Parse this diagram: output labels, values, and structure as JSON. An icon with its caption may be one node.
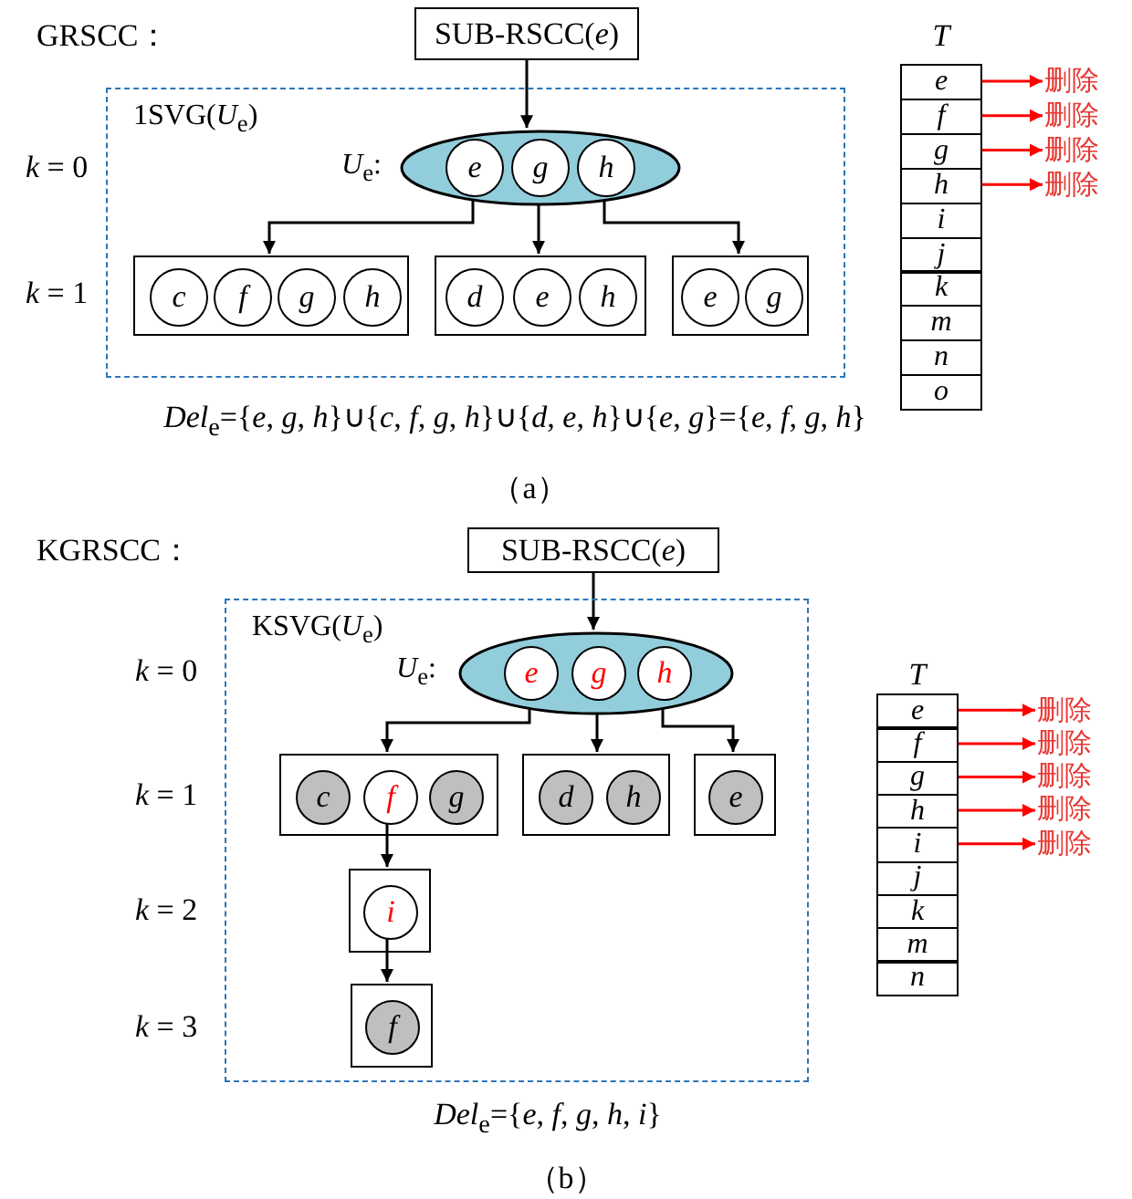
{
  "diagram": {
    "nodes": [
      {
        "text": [
          "SUB-RSCC(*e*)"
        ]
      },
      {
        "text": [
          "1SVG(*U*$_{e}$)"
        ]
      },
      {
        "text": [],
        "shape": "ellipse",
        "in": 1,
        "beside": [
          "*U*$_{e}$:"
        ]
      },
      {
        "text": [
          "e"
        ],
        "in": 2
      },
      {
        "text": [
          "g"
        ],
        "in": 2
      },
      {
        "text": [
          "h"
        ],
        "in": 2
      },
      {
        "text": [],
        "shape": "box",
        "in": 1
      },
      {
        "text": [
          "c"
        ],
        "in": 6
      },
      {
        "text": [
          "f"
        ],
        "in": 6
      },
      {
        "text": [
          "g"
        ],
        "in": 6
      },
      {
        "text": [
          "h"
        ],
        "in": 6
      },
      {
        "text": [],
        "shape": "box",
        "in": 1
      },
      {
        "text": [
          "d"
        ],
        "in": 11
      },
      {
        "text": [
          "e"
        ],
        "in": 11
      },
      {
        "text": [
          "h"
        ],
        "in": 11
      },
      {
        "text": [],
        "shape": "box",
        "in": 1
      },
      {
        "text": [
          "e"
        ],
        "in": 15
      },
      {
        "text": [
          "g"
        ],
        "in": 15
      },
      {
        "text": [
          "T"
        ]
      },
      {
        "text": [
          "e"
        ],
        "in": 18
      },
      {
        "text": [
          "f"
        ],
        "in": 18
      },
      {
        "text": [
          "g"
        ],
        "in": 18
      },
      {
        "text": [
          "h"
        ],
        "in": 18
      },
      {
        "text": [
          "i"
        ],
        "in": 18
      },
      {
        "text": [
          "j"
        ],
        "in": 18
      },
      {
        "text": [
          "k"
        ],
        "in": 18
      },
      {
        "text": [
          "m"
        ],
        "in": 18
      },
      {
        "text": [
          "n"
        ],
        "in": 18
      },
      {
        "text": [
          "o"
        ],
        "in": 18
      },
      {
        "text": [
          "删除"
        ]
      },
      {
        "text": [
          "删除"
        ]
      },
      {
        "text": [
          "删除"
        ]
      },
      {
        "text": [
          "删除"
        ]
      },
      {
        "text": [
          "SUB-RSCC(*e*)"
        ]
      },
      {
        "text": [
          "KSVG(*U*$_{e}$)"
        ]
      },
      {
        "text": [],
        "shape": "ellipse",
        "in": 34,
        "beside": [
          "*U*$_{e}$:"
        ]
      },
      {
        "text": [
          "e"
        ],
        "in": 35
      },
      {
        "text": [
          "g"
        ],
        "in": 35
      },
      {
        "text": [
          "h"
        ],
        "in": 35
      },
      {
        "text": [],
        "shape": "box",
        "in": 34
      },
      {
        "text": [
          "c"
        ],
        "in": 39
      },
      {
        "text": [
          "f"
        ],
        "in": 39
      },
      {
        "text": [
          "g"
        ],
        "in": 39
      },
      {
        "text": [],
        "shape": "box",
        "in": 34
      },
      {
        "text": [
          "d"
        ],
        "in": 43
      },
      {
        "text": [
          "h"
        ],
        "in": 43
      },
      {
        "text": [],
        "shape": "box",
        "in": 34
      },
      {
        "text": [
          "e"
        ],
        "in": 46
      },
      {
        "text": [],
        "shape": "box",
        "in": 34
      },
      {
        "text": [
          "i"
        ],
        "in": 48
      },
      {
        "text": [],
        "shape": "box",
        "in": 34
      },
      {
        "text": [
          "f"
        ],
        "in": 50
      },
      {
        "text": [
          "T"
        ]
      },
      {
        "text": [
          "e"
        ],
        "in": 52
      },
      {
        "text": [
          "f"
        ],
        "in": 52
      },
      {
        "text": [
          "g"
        ],
        "in": 52
      },
      {
        "text": [
          "h"
        ],
        "in": 52
      },
      {
        "text": [
          "i"
        ],
        "in": 52
      },
      {
        "text": [
          "j"
        ],
        "in": 52
      },
      {
        "text": [
          "k"
        ],
        "in": 52
      },
      {
        "text": [
          "m"
        ],
        "in": 52
      },
      {
        "text": [
          "n"
        ],
        "in": 52
      },
      {
        "text": [
          "删除"
        ]
      },
      {
        "text": [
          "删除"
        ]
      },
      {
        "text": [
          "删除"
        ]
      },
      {
        "text": [
          "删除"
        ]
      },
      {
        "text": [
          "删除"
        ]
      }
    ],
    "edges": [
      {
        "from": 0,
        "to": 2,
        "arrow": "to",
        "color": "#000000"
      },
      {
        "from": 3,
        "to": 6,
        "arrow": "to",
        "color": "#000000"
      },
      {
        "from": 4,
        "to": 11,
        "arrow": "to",
        "color": "#000000"
      },
      {
        "from": 5,
        "to": 15,
        "arrow": "to",
        "color": "#000000"
      },
      {
        "from": 19,
        "to": 29,
        "arrow": "to",
        "color": "#ff0000"
      },
      {
        "from": 20,
        "to": 30,
        "arrow": "to",
        "color": "#ff0000"
      },
      {
        "from": 21,
        "to": 31,
        "arrow": "to",
        "color": "#ff0000"
      },
      {
        "from": 22,
        "to": 32,
        "arrow": "to",
        "color": "#ff0000"
      },
      {
        "from": 33,
        "to": 35,
        "arrow": "to",
        "color": "#000000"
      },
      {
        "from": 36,
        "to": 39,
        "arrow": "to",
        "color": "#000000"
      },
      {
        "from": 37,
        "to": 43,
        "arrow": "to",
        "color": "#000000"
      },
      {
        "from": 38,
        "to": 46,
        "arrow": "to",
        "color": "#000000"
      },
      {
        "from": 41,
        "to": 48,
        "arrow": "to",
        "color": "#000000"
      },
      {
        "from": 49,
        "to": 50,
        "arrow": "to",
        "color": "#000000"
      },
      {
        "from": 53,
        "to": 62,
        "arrow": "to",
        "color": "#ff0000"
      },
      {
        "from": 54,
        "to": 63,
        "arrow": "to",
        "color": "#ff0000"
      },
      {
        "from": 55,
        "to": 64,
        "arrow": "to",
        "color": "#ff0000"
      },
      {
        "from": 56,
        "to": 65,
        "arrow": "to",
        "color": "#ff0000"
      },
      {
        "from": 57,
        "to": 66,
        "arrow": "to",
        "color": "#ff0000"
      }
    ],
    "labels": [
      "GRSCC：",
      "*k* = 0",
      "*k* = 1",
      "*Del*$_{e}$={*e*, *g*, *h*}∪{*c*, *f*, *g*, *h*}∪{*d*, *e*, *h*}∪{*e*, *g*}={*e*, *f*, *g*, *h*}",
      "（a）",
      "KGRSCC：",
      "*k* = 0",
      "*k* = 1",
      "*k* = 2",
      "*k* = 3",
      "*Del*$_{e}$={*e*, *f*, *g*, *h*, *i*}",
      "（b）"
    ]
  }
}
